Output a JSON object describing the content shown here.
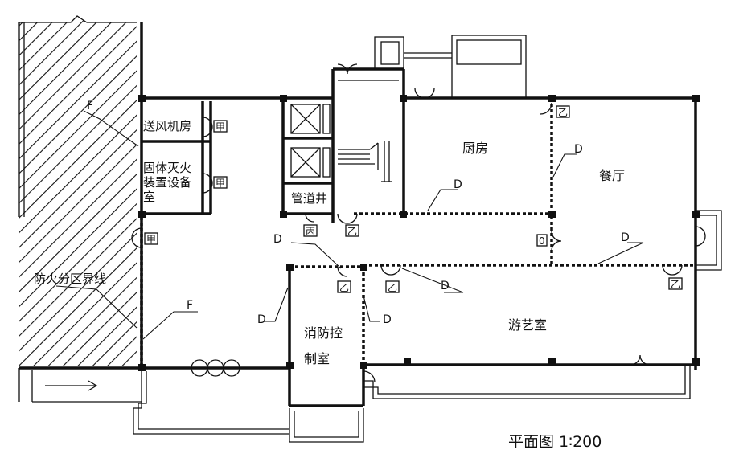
{
  "rooms": {
    "fan_room": "送风机房",
    "fire_ext_1": "固体灭火",
    "fire_ext_2": "装置设备",
    "fire_ext_3": "室",
    "pipe_shaft": "管道井",
    "kitchen": "厨房",
    "dining": "餐厅",
    "control_1": "消防控",
    "control_2": "制室",
    "game_room": "游艺室"
  },
  "labels": {
    "boundary": "防火分区界线",
    "wall_f": "F",
    "wall_d": "D"
  },
  "doors": {
    "jia": "甲",
    "yi": "乙",
    "bing": "丙"
  },
  "caption": "平面图 1∶200"
}
